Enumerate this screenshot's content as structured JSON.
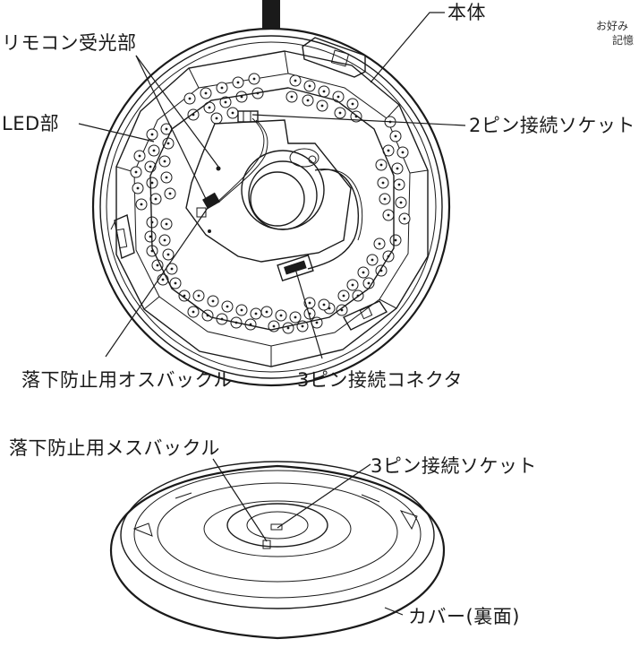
{
  "labels": {
    "body": "本体",
    "remote_receiver": "リモコン受光部",
    "led": "LED部",
    "socket_2pin": "2ピン接続ソケット",
    "drop_buckle_male": "落下防止用オスバックル",
    "connector_3pin": "3ピン接続コネクタ",
    "drop_buckle_female": "落下防止用メスバックル",
    "socket_3pin": "3ピン接続ソケット",
    "cover_back": "カバー(裏面)"
  },
  "notes": {
    "line1": "お好み",
    "line2": "記憶"
  }
}
